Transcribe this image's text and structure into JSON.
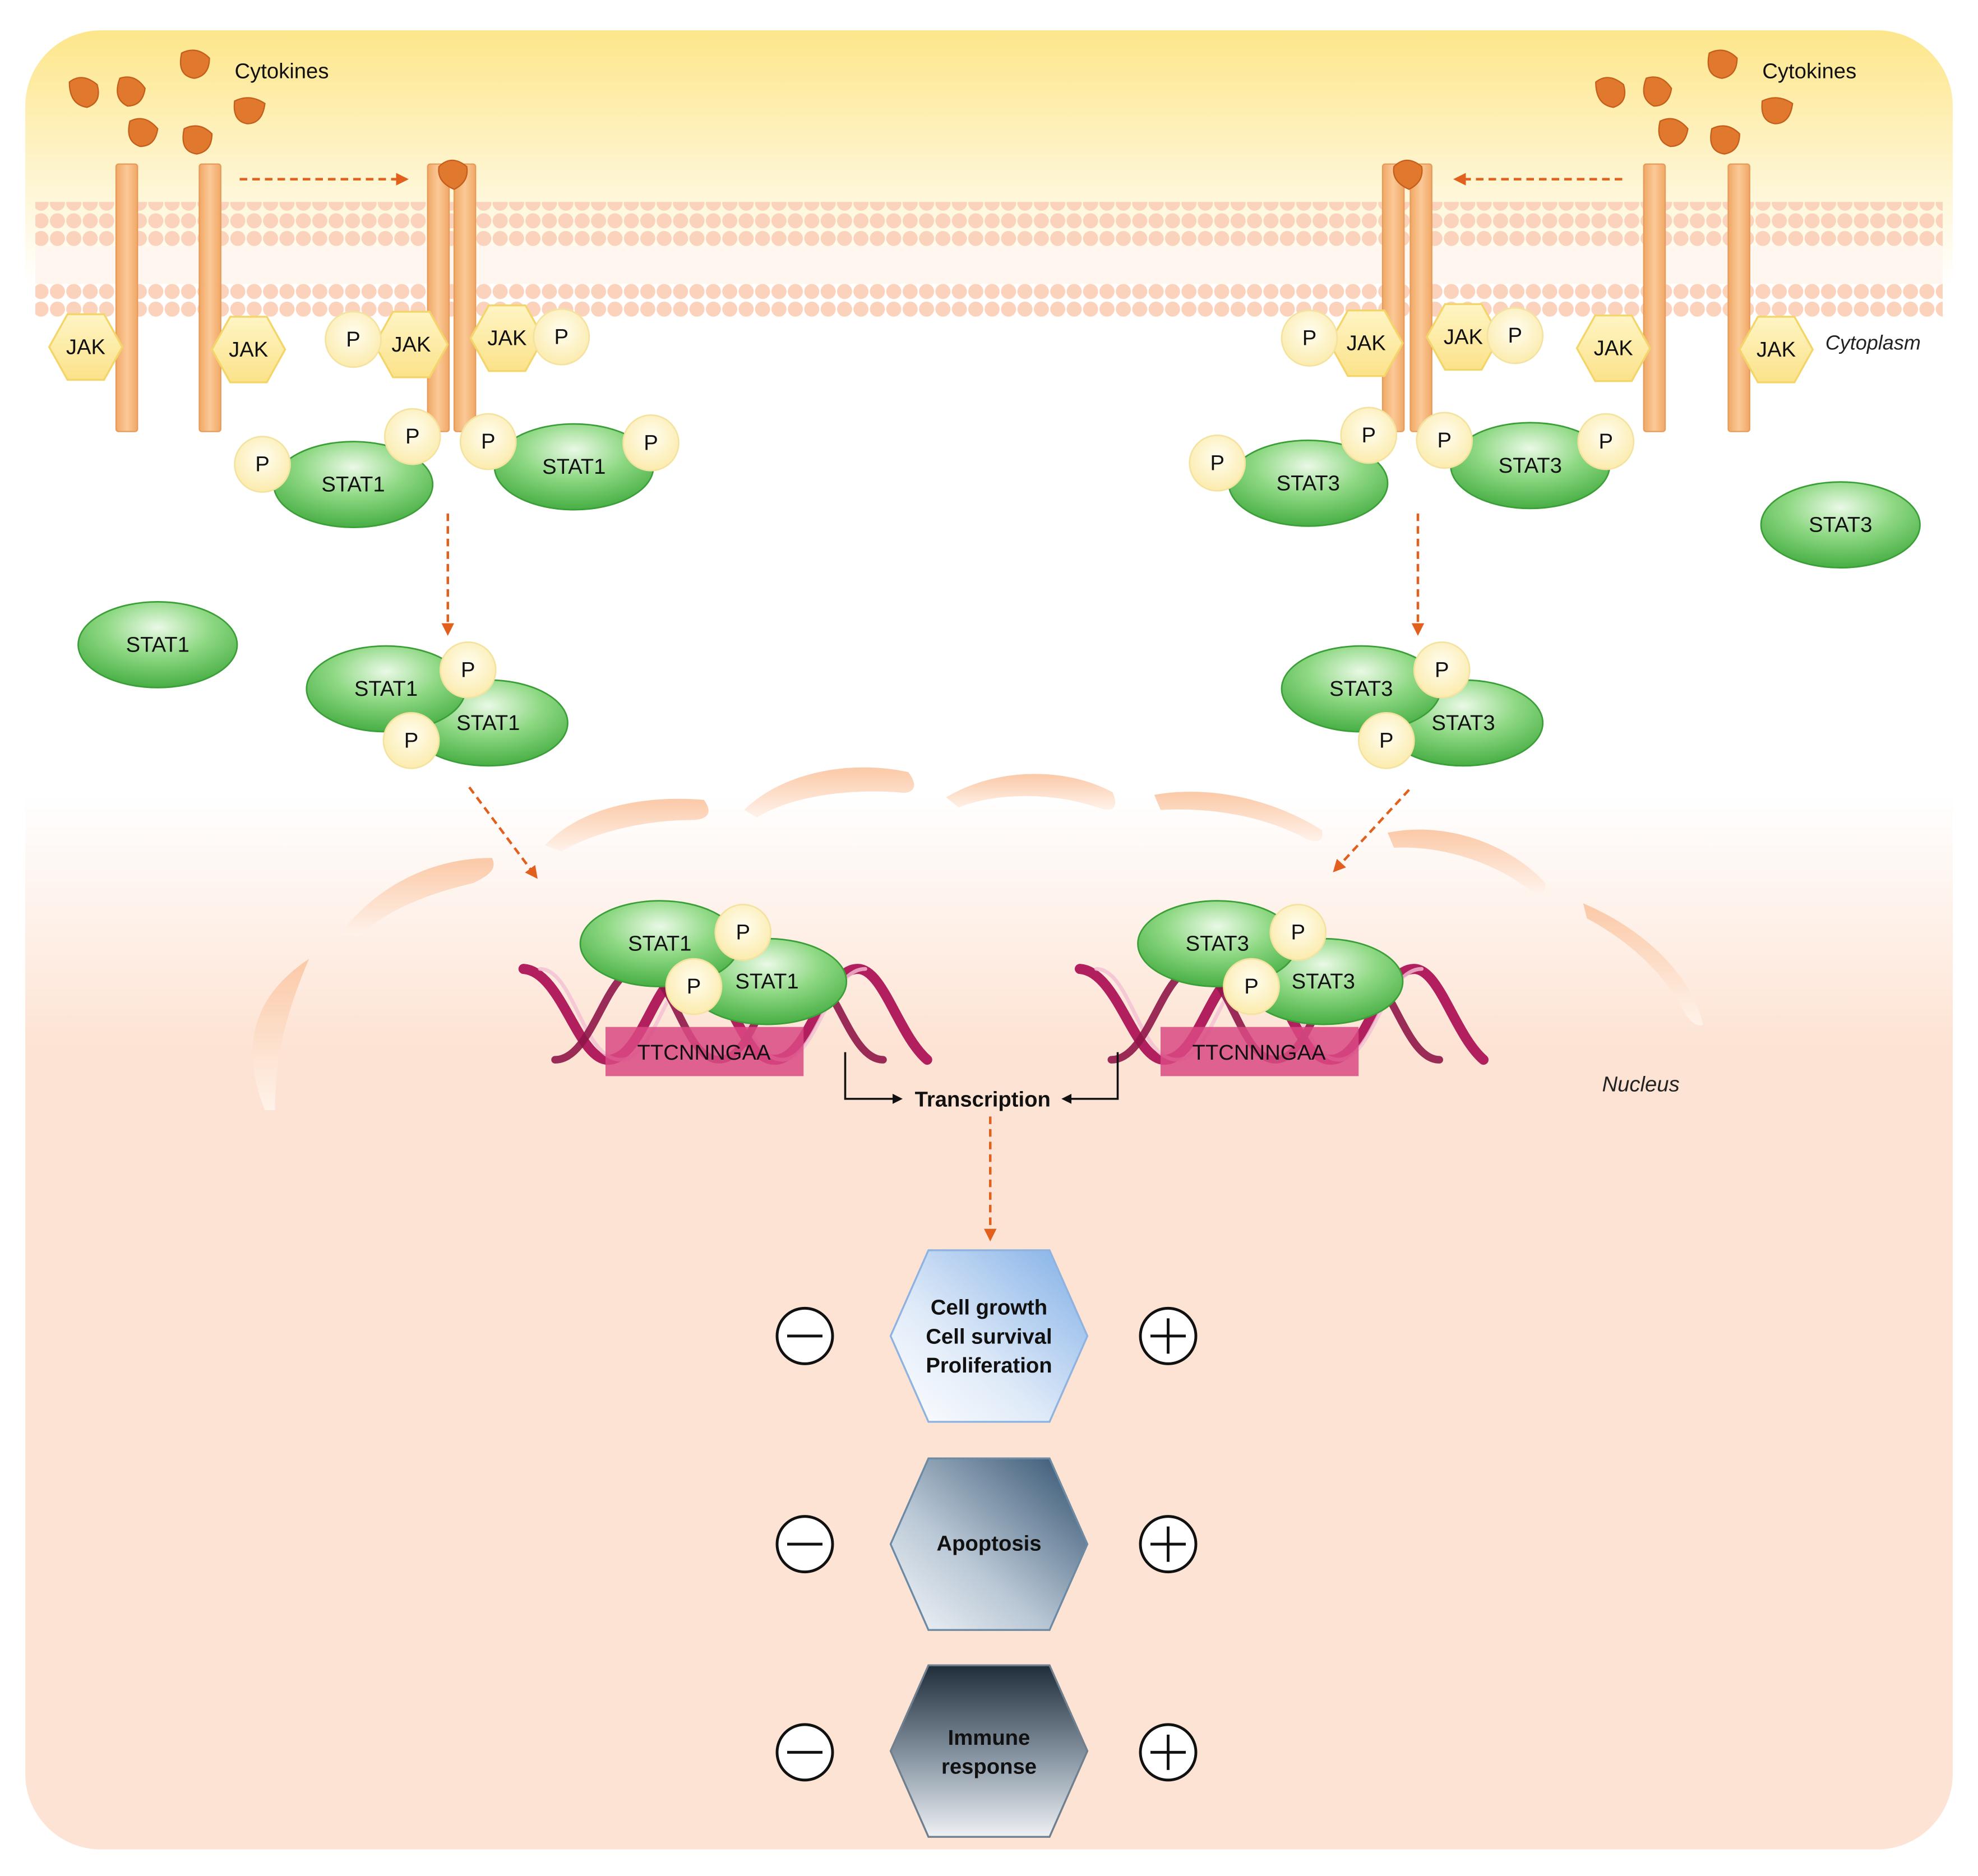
{
  "labels": {
    "cytokines_left": "Cytokines",
    "cytokines_right": "Cytokines",
    "cytoplasm": "Cytoplasm",
    "nucleus": "Nucleus",
    "transcription": "Transcription",
    "dna_motif_left": "TTCNNNGAA",
    "dna_motif_right": "TTCNNNGAA"
  },
  "molecules": {
    "jak": "JAK",
    "phosphate": "P",
    "stat1": "STAT1",
    "stat3": "STAT3"
  },
  "outcomes": [
    {
      "lines": [
        "Cell growth",
        "Cell survival",
        "Proliferation"
      ]
    },
    {
      "lines": [
        "Apoptosis"
      ]
    },
    {
      "lines": [
        "Immune",
        "response"
      ]
    }
  ],
  "colors": {
    "cytoplasm_top": "#fde68a",
    "cell_bg": "#fde3d3",
    "membrane": "#fbd0b8",
    "receptor": "#f5b57e",
    "cytokine": "#e0782e",
    "jak_fill": "#fdf0a8",
    "phosphate_fill": "#fdf6c9",
    "stat_fill": "#5cc258",
    "dna": "#b21f5e",
    "arrow": "#e2601e",
    "outcome_1": "#a9c8ef",
    "outcome_2": "#4f6f8c",
    "outcome_3": "#2b3a48"
  }
}
